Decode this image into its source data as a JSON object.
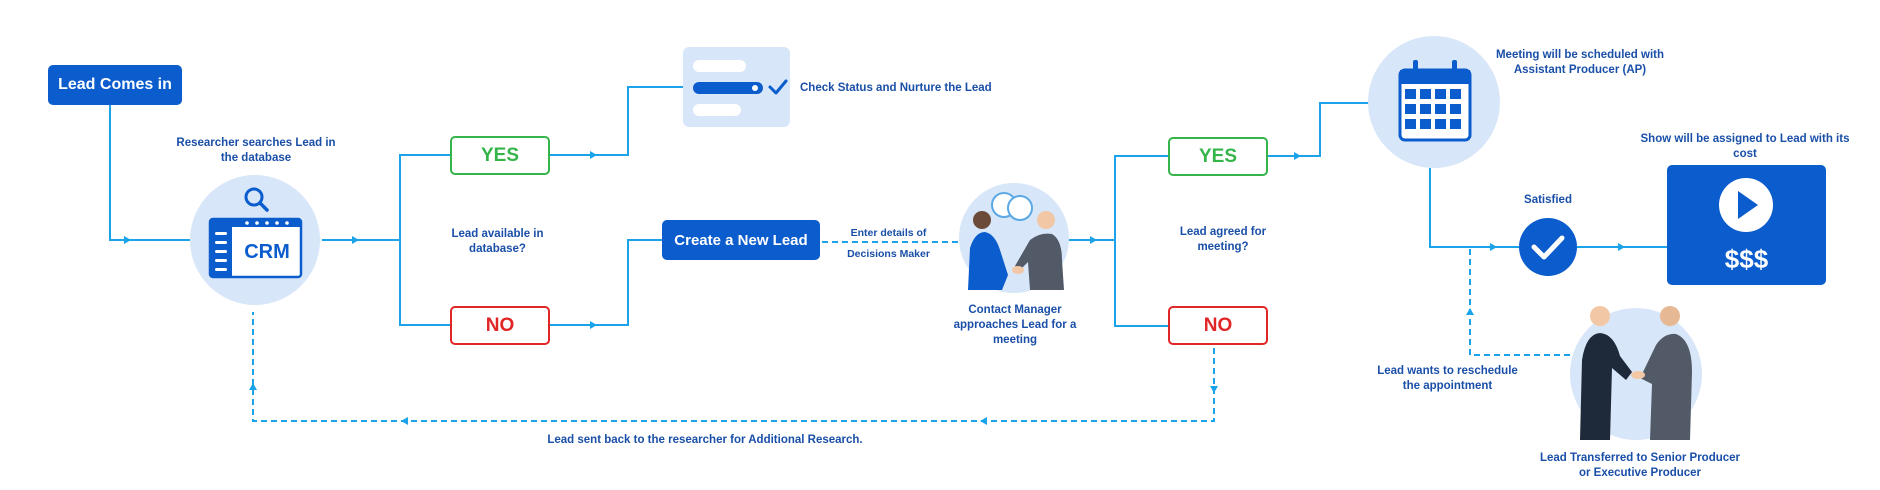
{
  "nodes": {
    "lead_comes_in": "Lead Comes in",
    "researcher_search": "Researcher searches Lead in the database",
    "crm_label": "CRM",
    "yes1": "YES",
    "no1": "NO",
    "lead_available": "Lead available in database?",
    "check_status": "Check Status and Nurture the Lead",
    "create_lead": "Create a New Lead",
    "enter_details": "Enter details of Decisions Maker",
    "contact_manager": "Contact Manager approaches Lead for a meeting",
    "yes2": "YES",
    "no2": "NO",
    "lead_agreed": "Lead agreed for meeting?",
    "meeting_scheduled": "Meeting will be scheduled with Assistant Producer (AP)",
    "satisfied": "Satisfied",
    "show_assigned": "Show will be assigned to Lead with its cost",
    "dollars": "$$$",
    "reschedule": "Lead wants to reschedule the appointment",
    "transferred": "Lead Transferred to Senior Producer or Executive Producer",
    "sent_back": "Lead sent back to the researcher for Additional Research."
  },
  "colors": {
    "line": "#1aa3e8",
    "brand_blue": "#0b5ccc",
    "light_blue": "#d7e6f8",
    "yes_green": "#35b44a",
    "no_red": "#e02626",
    "text_blue": "#1a4fa8"
  }
}
